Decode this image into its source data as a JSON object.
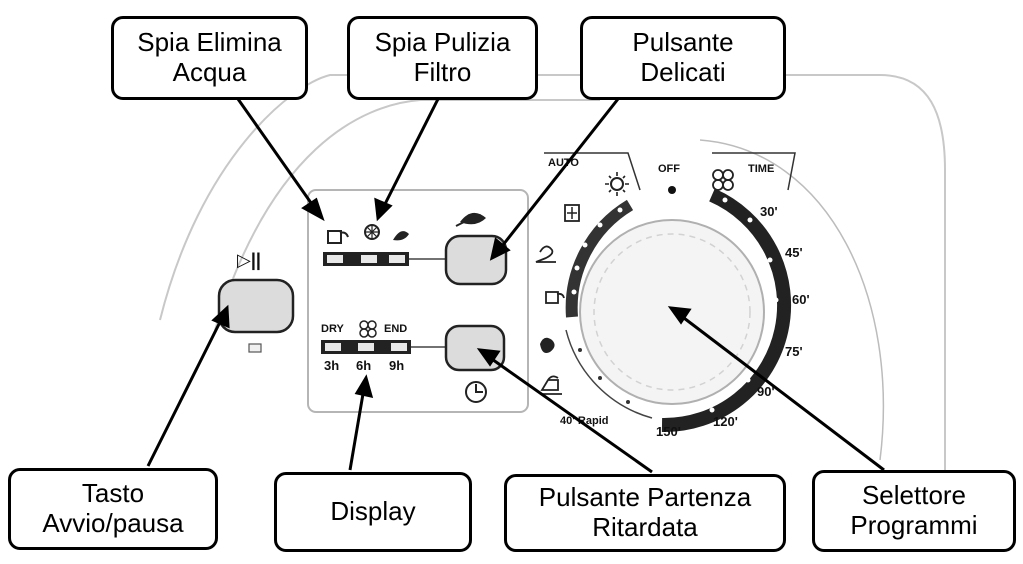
{
  "callouts": {
    "spia_elimina_acqua": "Spia Elimina\nAcqua",
    "spia_pulizia_filtro": "Spia Pulizia\nFiltro",
    "pulsante_delicati": "Pulsante\nDelicati",
    "tasto_avvio_pausa": "Tasto\nAvvio/pausa",
    "display": "Display",
    "pulsante_partenza_ritardata": "Pulsante Partenza\nRitardata",
    "selettore_programmi": "Selettore\nProgrammi"
  },
  "panel": {
    "dial_auto": "AUTO",
    "dial_off": "OFF",
    "dial_time": "TIME",
    "time_30": "30'",
    "time_45": "45'",
    "time_60": "60'",
    "time_75": "75'",
    "time_90": "90'",
    "time_120": "120'",
    "time_150": "150'",
    "rapid_40": "40' Rapid",
    "delay_dry": "DRY",
    "delay_end": "END",
    "delay_3h": "3h",
    "delay_6h": "6h",
    "delay_9h": "9h",
    "play_pause_symbol": "▷||"
  },
  "icons": {
    "water_drain": "water-drain-icon",
    "filter_clean": "filter-icon",
    "delicate": "feather-icon",
    "clock": "clock-icon",
    "sun": "sun-icon",
    "fan": "fan-icon"
  }
}
